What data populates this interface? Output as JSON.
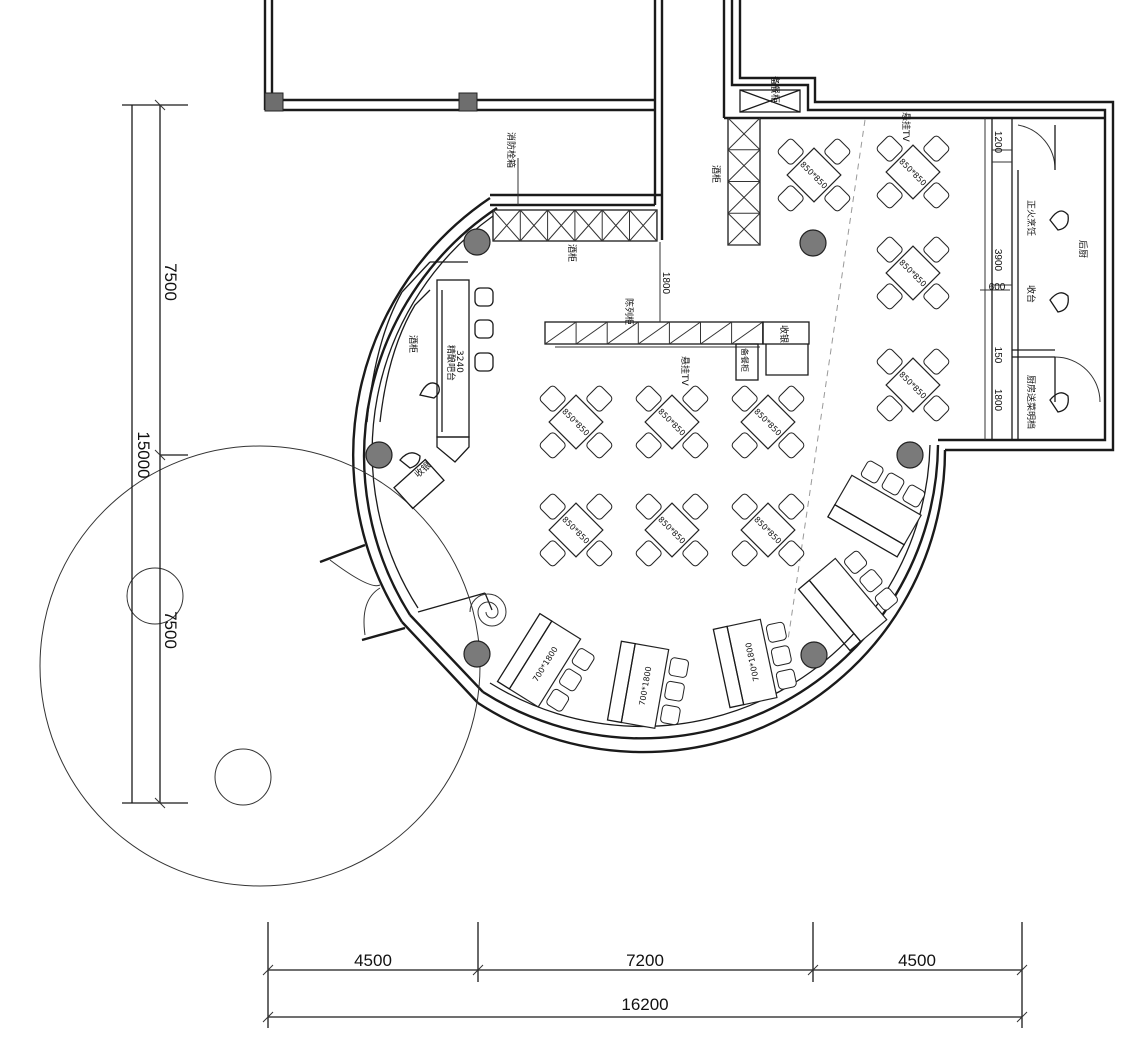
{
  "dimensions": {
    "bottom": [
      "4500",
      "7200",
      "4500"
    ],
    "bottom_total": "16200",
    "left": [
      "7500",
      "7500"
    ],
    "left_total": "15000",
    "inner": [
      "1800",
      "1200",
      "3900",
      "600",
      "150",
      "1800"
    ]
  },
  "labels": {
    "fire_hydrant": "消防栓箱",
    "wine_cabinet_top": "酒柜",
    "wine_cabinet_right": "酒柜",
    "wine_cabinet_left": "酒柜",
    "display_cabinet": "陈列柜",
    "bar_counter": "精酿吧台",
    "bar_counter_size": "3240",
    "cashier_left": "收银",
    "cashier_right": "收银",
    "sideboard_top": "备餐柜",
    "sideboard_mid": "备餐柜",
    "tv_top": "悬挂TV",
    "tv_mid": "悬挂TV",
    "back_kitchen": "后厨",
    "fire_door_kitchen": "正火烹饪",
    "dish_pass": "收台",
    "kitchen_vent": "厨房送菜明档"
  },
  "tables": {
    "square": "850*850",
    "long": "700*1800"
  },
  "colors": {
    "line": "#1a1a1a",
    "column_fill": "#7a7a7a",
    "dashed_line": "#999999"
  }
}
